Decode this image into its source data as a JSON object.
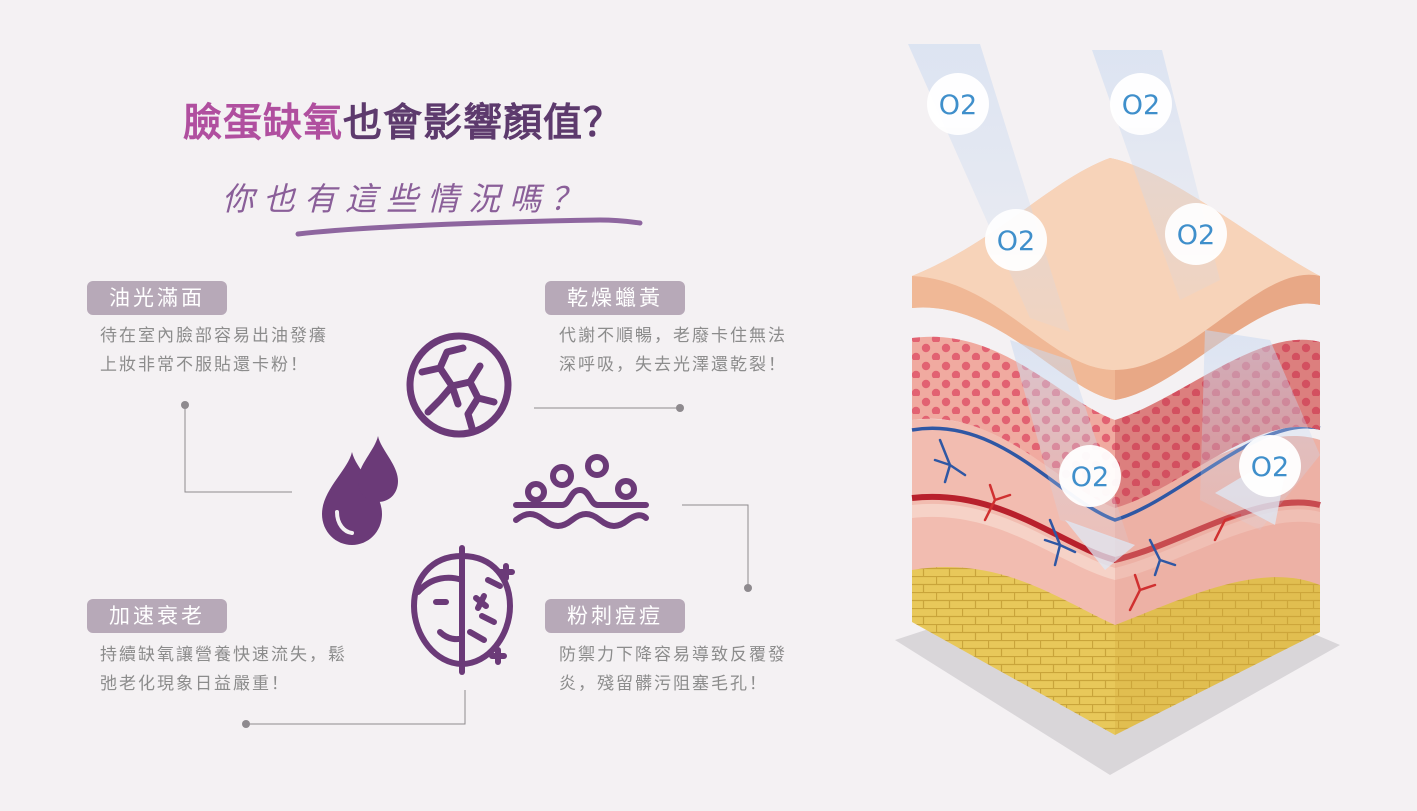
{
  "header": {
    "title_part1": "臉蛋缺氧",
    "title_part2": "也會影響顏值？",
    "subtitle": "你也有這些情況嗎？"
  },
  "problems": [
    {
      "label": "油光滿面",
      "desc_line1": "待在室內臉部容易出油發癢",
      "desc_line2": "上妝非常不服貼還卡粉！",
      "icon": "oil-drop-icon"
    },
    {
      "label": "乾燥蠟黃",
      "desc_line1": "代謝不順暢，老廢卡住無法",
      "desc_line2": "深呼吸，失去光澤還乾裂！",
      "icon": "cracked-skin-icon"
    },
    {
      "label": "加速衰老",
      "desc_line1": "持續缺氧讓營養快速流失，鬆",
      "desc_line2": "弛老化現象日益嚴重！",
      "icon": "aging-face-icon"
    },
    {
      "label": "粉刺痘痘",
      "desc_line1": "防禦力下降容易導致反覆發",
      "desc_line2": "炎，殘留髒污阻塞毛孔！",
      "icon": "acne-bumps-icon"
    }
  ],
  "skin_diagram": {
    "oxygen_labels": [
      "O2",
      "O2",
      "O2",
      "O2",
      "O2",
      "O2"
    ]
  },
  "colors": {
    "title_accent": "#b04f9f",
    "title_dark": "#5d3a6d",
    "icon_purple": "#6b3a78",
    "badge_bg": "#b7a9b8",
    "desc_text": "#8c8c8c",
    "oxygen_text": "#3f8fcb"
  }
}
